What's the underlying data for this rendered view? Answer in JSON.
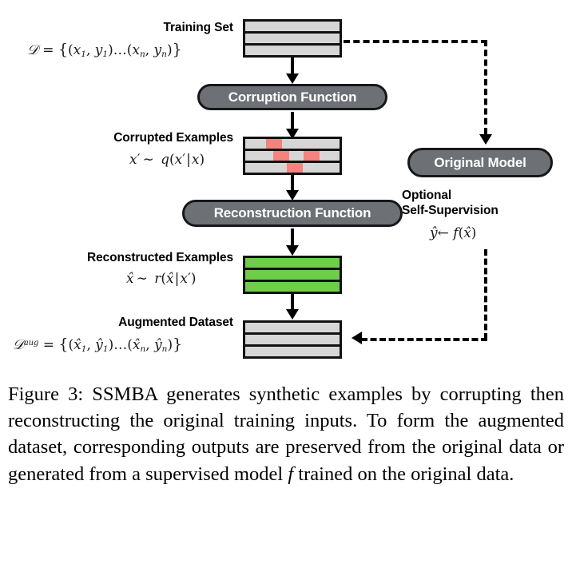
{
  "figure": {
    "training_set": {
      "label": "Training Set",
      "formula_plain": "D = {(x1, y1) ... (xn, yn)}"
    },
    "corruption_function": {
      "label": "Corruption Function"
    },
    "corrupted_examples": {
      "label": "Corrupted Examples",
      "formula_plain": "x' ~ q(x'|x)"
    },
    "reconstruction_function": {
      "label": "Reconstruction Function"
    },
    "reconstructed_examples": {
      "label": "Reconstructed Examples",
      "formula_plain": "x̂ ~ r(x̂|x')"
    },
    "augmented_dataset": {
      "label": "Augmented Dataset",
      "formula_plain": "D^aug = {(x̂1, ŷ1) ... (x̂n, ŷn)}"
    },
    "original_model": {
      "label": "Original Model"
    },
    "self_supervision": {
      "line1": "Optional",
      "line2": "Self-Supervision",
      "formula_plain": "ŷ ← f(x̂)"
    },
    "colors": {
      "box_fill": "#d6d6d6",
      "box_stroke": "#111111",
      "mask_fill": "#f3837c",
      "reconstructed_fill": "#6ece4a",
      "pill_fill": "#6d7074",
      "pill_stroke": "#15171a",
      "pill_text": "#ffffff"
    }
  },
  "caption": {
    "number": "Figure 3:",
    "text": "SSMBA generates synthetic examples by corrupting then reconstructing the original training inputs. To form the augmented dataset, corresponding outputs are preserved from the original data or generated from a supervised model f trained on the original data.",
    "part1": "Figure 3: SSMBA generates synthetic examples by corrupting then reconstructing the original training inputs. To form the augmented dataset, corresponding outputs are preserved from the original data or generated from a supervised model ",
    "italic_symbol": "f",
    "part2": " trained on the original data."
  }
}
